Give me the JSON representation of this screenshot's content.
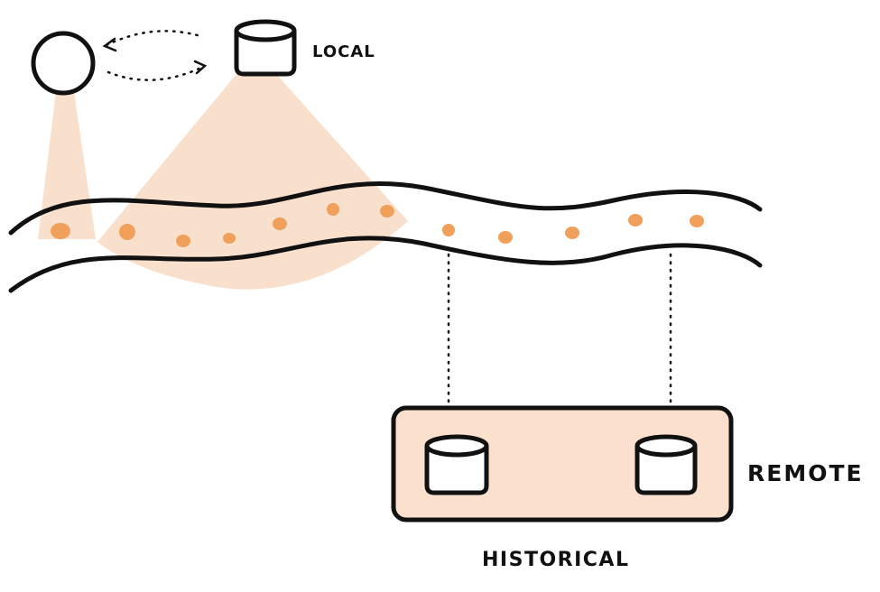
{
  "labels": {
    "local": "LOCAL",
    "remote": "REMOTE",
    "historical": "HISTORICAL"
  },
  "icons": {
    "client": "circle-node-icon",
    "local_store": "database-cylinder-icon",
    "remote_store": "database-cylinder-icon",
    "sync": "bidirectional-dotted-arrow-icon"
  },
  "colors": {
    "ink": "#111111",
    "highlight": "#f9e0cc",
    "panel": "#fbe1cd",
    "dot": "#f0a05a"
  }
}
